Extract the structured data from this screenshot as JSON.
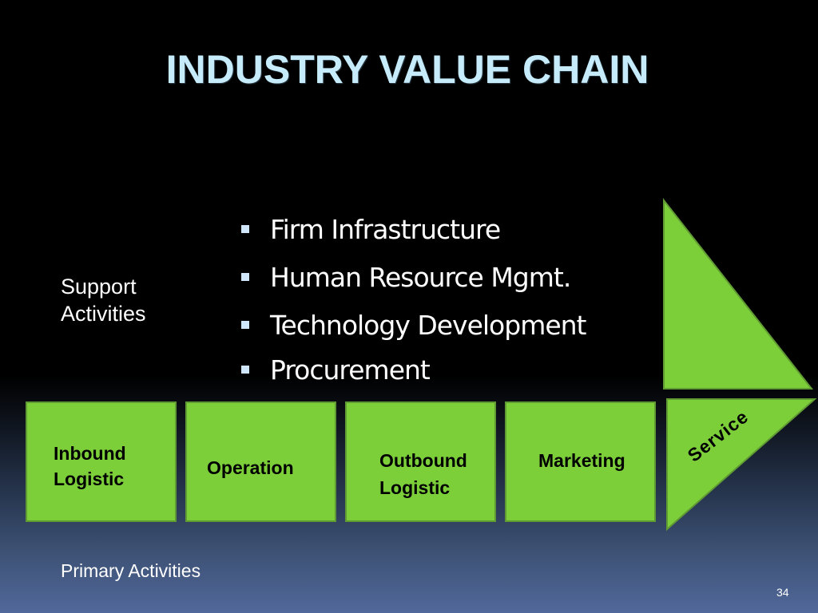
{
  "slide": {
    "title": "INDUSTRY VALUE CHAIN",
    "page_number": "34",
    "colors": {
      "title": "#c6ecfc",
      "box_fill": "#7dcf3a",
      "box_border": "#5f9a33",
      "bullet": "#cfe6fb"
    }
  },
  "support": {
    "label_line1": "Support",
    "label_line2": "Activities",
    "items": [
      {
        "label": "Firm Infrastructure"
      },
      {
        "label": "Human Resource Mgmt."
      },
      {
        "label": "Technology Development"
      },
      {
        "label": "Procurement"
      }
    ]
  },
  "primary": {
    "label": "Primary Activities",
    "boxes": [
      {
        "line1": "Inbound",
        "line2": "Logistic"
      },
      {
        "line1": "Operation",
        "line2": ""
      },
      {
        "line1": "Outbound",
        "line2": "Logistic"
      },
      {
        "line1": "Marketing",
        "line2": ""
      }
    ],
    "service": {
      "label": "Service"
    }
  }
}
